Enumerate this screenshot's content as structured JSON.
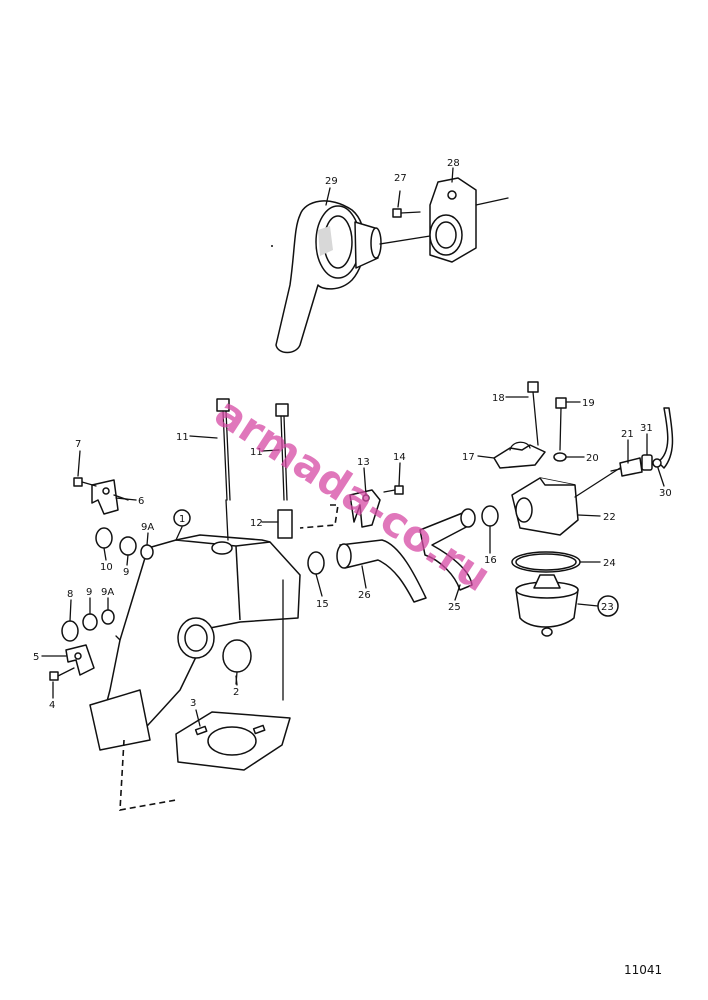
{
  "drawing": {
    "reference_number": "11041",
    "watermark": "armada-co.ru",
    "colors": {
      "line": "#111111",
      "watermark": "#d64aa5",
      "background": "#ffffff"
    }
  },
  "callouts": {
    "c1": "1",
    "c2": "2",
    "c3": "3",
    "c4": "4",
    "c5": "5",
    "c6": "6",
    "c7": "7",
    "c8": "8",
    "c9a": "9",
    "c9b": "9",
    "c9Aa": "9A",
    "c9Ab": "9A",
    "c10": "10",
    "c11a": "11",
    "c11b": "11",
    "c12": "12",
    "c13": "13",
    "c14": "14",
    "c15": "15",
    "c16": "16",
    "c17": "17",
    "c18": "18",
    "c19": "19",
    "c20": "20",
    "c21": "21",
    "c22": "22",
    "c23": "23",
    "c24": "24",
    "c25": "25",
    "c26": "26",
    "c27": "27",
    "c28": "28",
    "c29": "29",
    "c30": "30",
    "c31": "31"
  }
}
